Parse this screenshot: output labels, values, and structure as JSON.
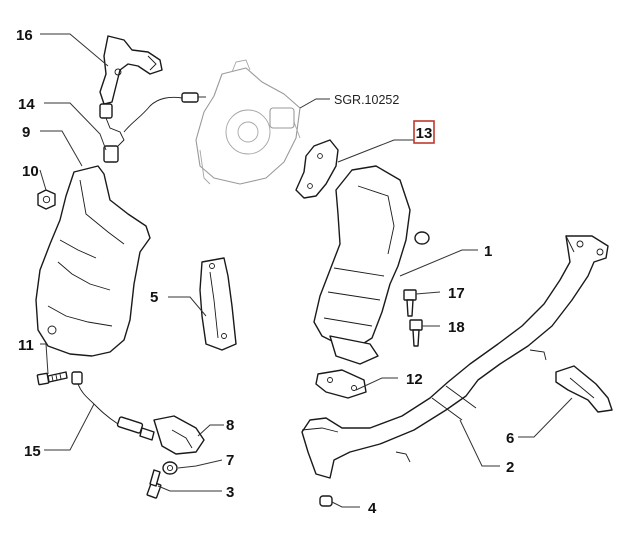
{
  "diagram": {
    "reference_label": "SGR.10252",
    "highlighted_part": "13",
    "highlight_color": "#c0392b",
    "callouts": {
      "c1": "1",
      "c2": "2",
      "c3": "3",
      "c4": "4",
      "c5": "5",
      "c6": "6",
      "c7": "7",
      "c8": "8",
      "c9": "9",
      "c10": "10",
      "c11": "11",
      "c12": "12",
      "c13": "13",
      "c14": "14",
      "c15": "15",
      "c16": "16",
      "c17": "17",
      "c18": "18"
    }
  }
}
